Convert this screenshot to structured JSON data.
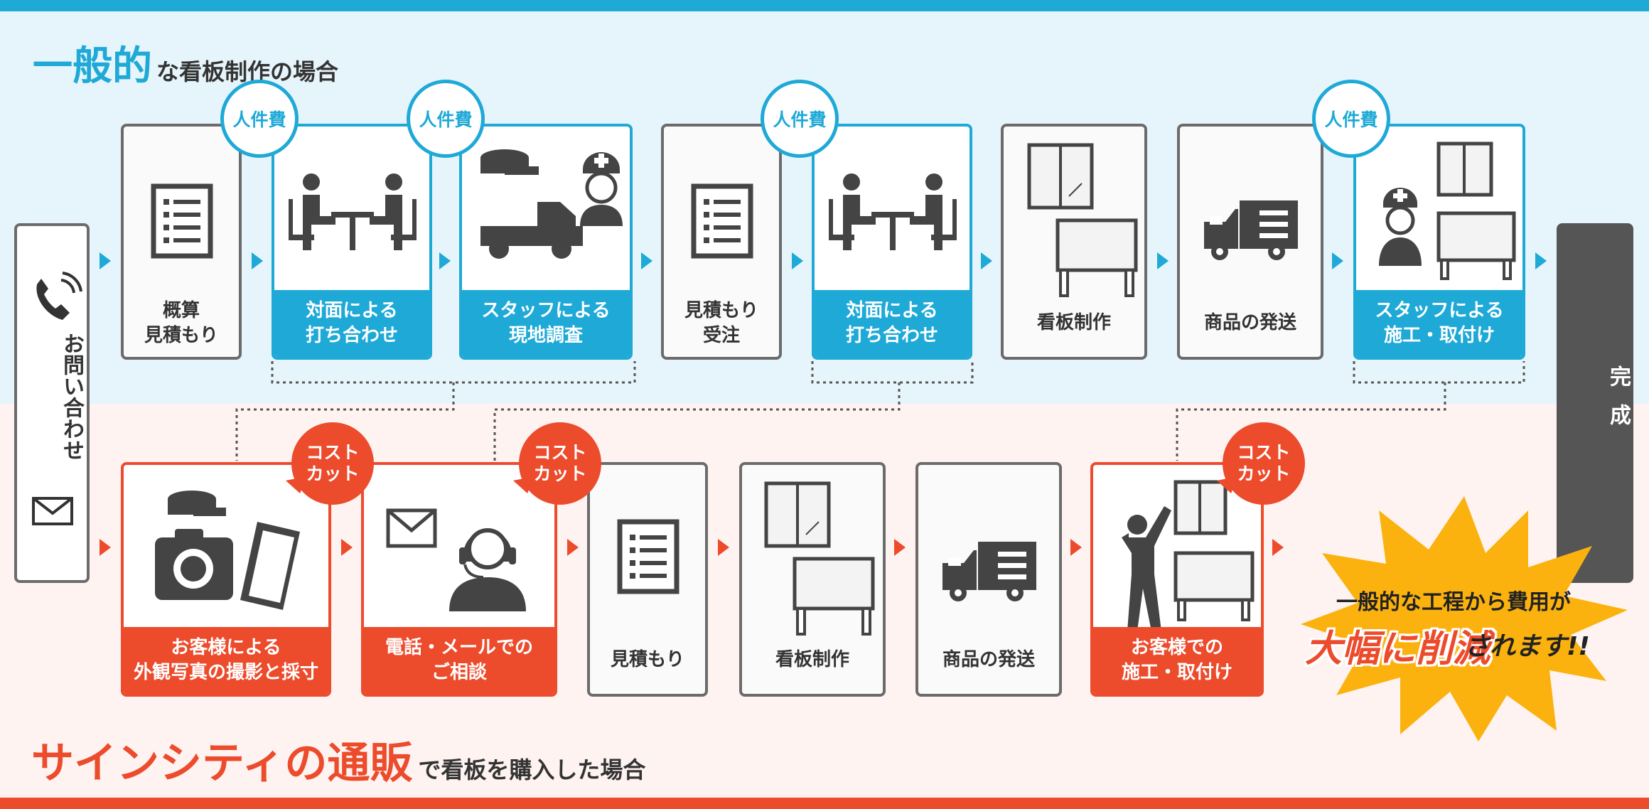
{
  "titles": {
    "top_big": "一般的",
    "top_small": "な看板制作の場合",
    "bottom_big": "サインシティの通販",
    "bottom_small": "で看板を購入した場合"
  },
  "contact_label": "お問い合わせ",
  "done_label": "完成",
  "badges": {
    "labor": "人件費",
    "costcut": "コスト\nカット"
  },
  "top_steps": [
    {
      "label": "概算\n見積もり",
      "icon": "document-icon"
    },
    {
      "label": "対面による\n打ち合わせ",
      "icon": "meeting-icon"
    },
    {
      "label": "スタッフによる\n現地調査",
      "icon": "survey-truck-icon"
    },
    {
      "label": "見積もり\n受注",
      "icon": "document-icon"
    },
    {
      "label": "対面による\n打ち合わせ",
      "icon": "meeting-icon"
    },
    {
      "label": "看板制作",
      "icon": "signboard-icon"
    },
    {
      "label": "商品の発送",
      "icon": "truck-icon"
    },
    {
      "label": "スタッフによる\n施工・取付け",
      "icon": "installation-worker-icon"
    }
  ],
  "bottom_steps": [
    {
      "label": "お客様による\n外観写真の撮影と採寸",
      "icon": "camera-phone-tape-icon"
    },
    {
      "label": "電話・メールでの\nご相談",
      "icon": "operator-icon"
    },
    {
      "label": "見積もり",
      "icon": "document-icon"
    },
    {
      "label": "看板制作",
      "icon": "signboard-icon"
    },
    {
      "label": "商品の発送",
      "icon": "truck-icon"
    },
    {
      "label": "お客様での\n施工・取付け",
      "icon": "self-install-icon"
    }
  ],
  "burst": {
    "line1": "一般的な工程から費用が",
    "emphasis": "大幅に削減",
    "line2_suffix": "されます!!"
  },
  "colors": {
    "blue": "#1ea9d7",
    "red": "#ec4b2c",
    "gray": "#555555"
  }
}
